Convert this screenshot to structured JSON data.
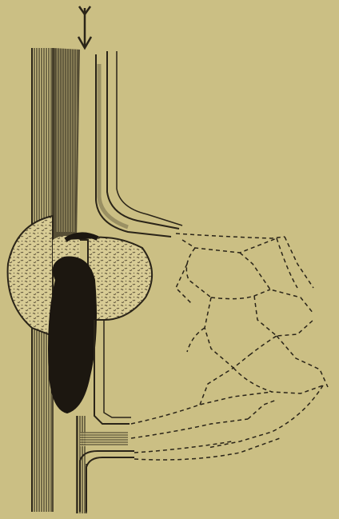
{
  "figure": {
    "background": "#cbbf84",
    "ink": "#2a2418",
    "dark_fill": "#1c1710",
    "stipple_fill": "#d8cc95",
    "arrow_icon": "down-arrow-icon",
    "components": [
      "main-vessel",
      "side-branch-vessel",
      "aneurysmal-swelling",
      "thrombus-clot",
      "collateral-network",
      "lower-branch-vessel"
    ]
  }
}
